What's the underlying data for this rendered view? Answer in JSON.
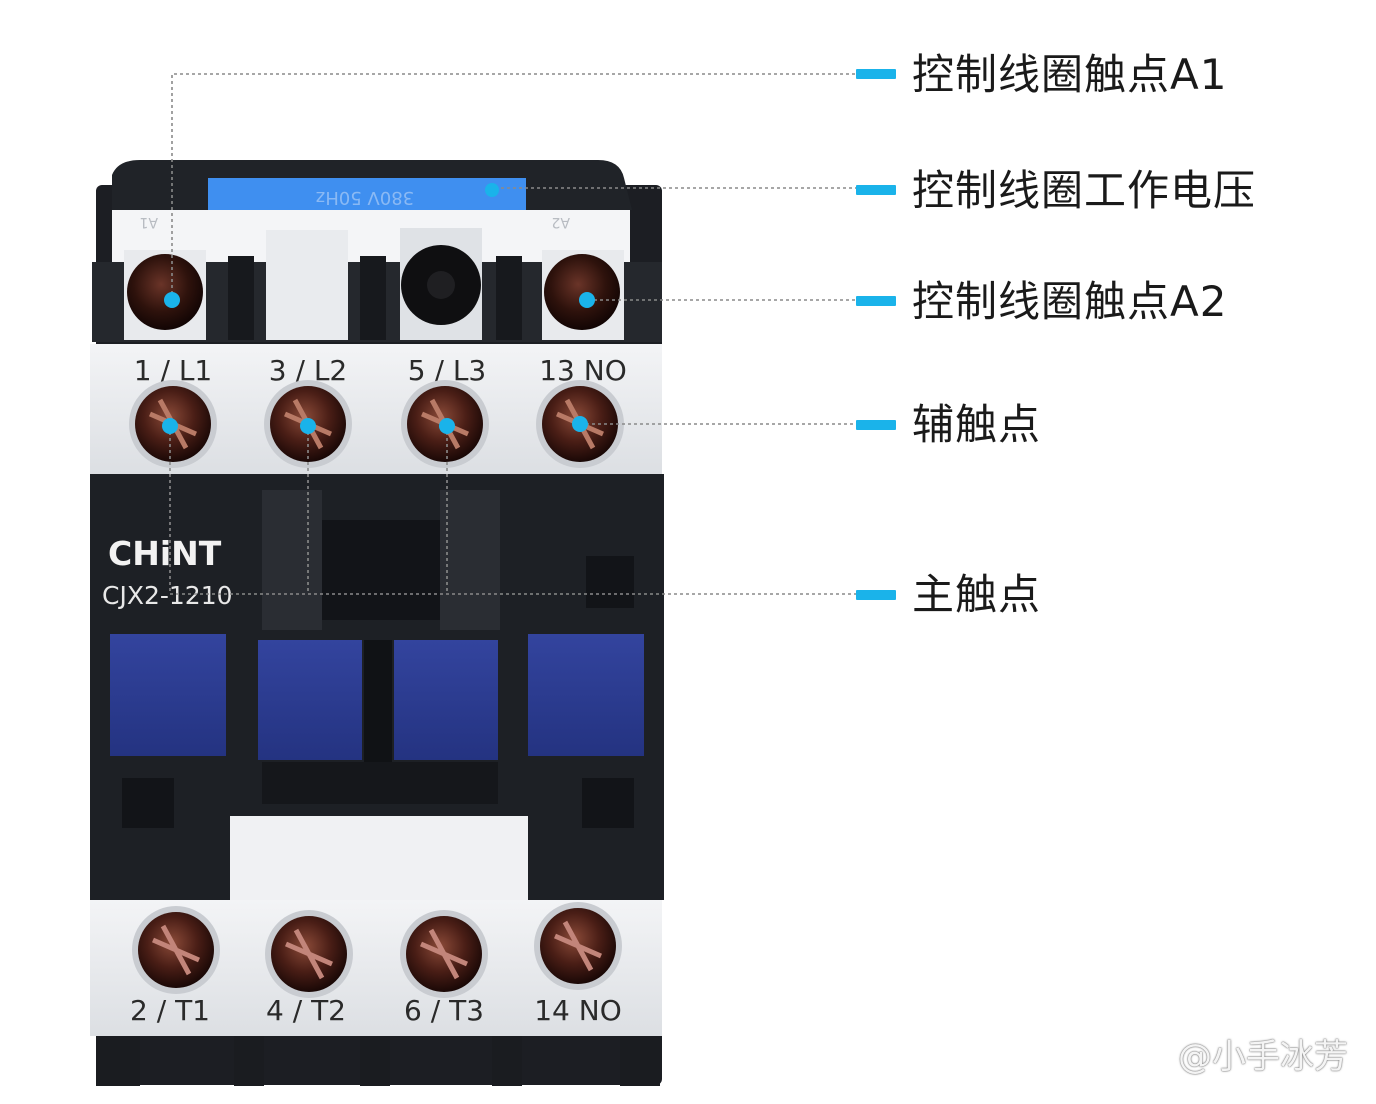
{
  "callouts": [
    {
      "label": "控制线圈触点A1"
    },
    {
      "label": "控制线圈工作电压"
    },
    {
      "label": "控制线圈触点A2"
    },
    {
      "label": "辅触点"
    },
    {
      "label": "主触点"
    }
  ],
  "device": {
    "brand": "CHiNT",
    "model": "CJX2-1210",
    "coil_label_text": "380V 50Hz",
    "top_terminal_labels": [
      "1 / L1",
      "3 / L2",
      "5 / L3",
      "13 NO"
    ],
    "bottom_terminal_labels": [
      "2 / T1",
      "4 / T2",
      "6 / T3",
      "14 NO"
    ],
    "coil_terminal_marks": [
      "A1",
      "A2"
    ]
  },
  "watermark": {
    "text": "@小手冰芳"
  },
  "colors": {
    "accent": "#1ab3ea",
    "housing_dark": "#1c1e23",
    "housing_light": "#e9ebee",
    "blue_window": "#2c3b8f",
    "coil_label": "#3f8ff0"
  }
}
